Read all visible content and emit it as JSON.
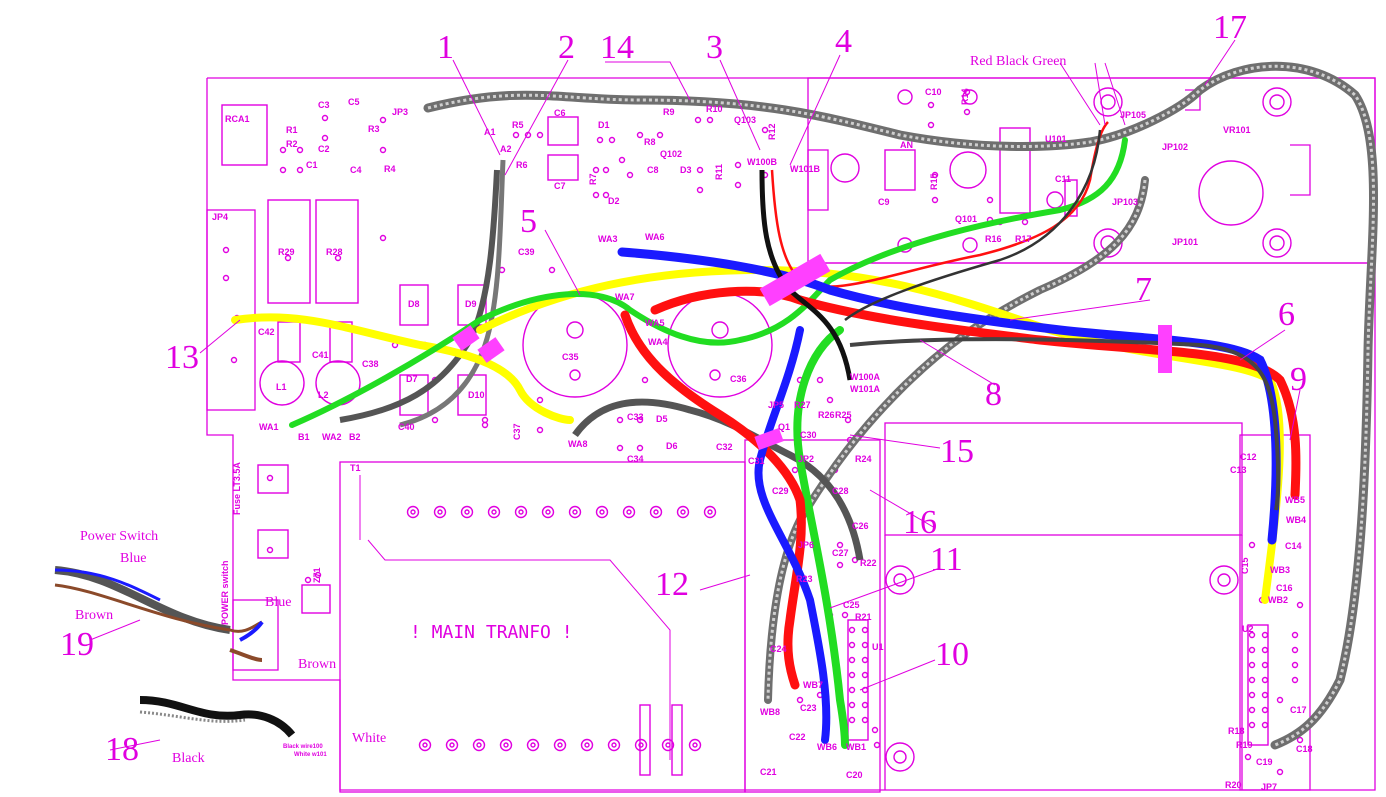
{
  "diagram": {
    "callouts": [
      {
        "id": "1",
        "text": "1"
      },
      {
        "id": "2",
        "text": "2"
      },
      {
        "id": "14",
        "text": "14"
      },
      {
        "id": "3",
        "text": "3"
      },
      {
        "id": "4",
        "text": "4"
      },
      {
        "id": "17",
        "text": "17"
      },
      {
        "id": "5",
        "text": "5"
      },
      {
        "id": "13",
        "text": "13"
      },
      {
        "id": "7",
        "text": "7"
      },
      {
        "id": "6",
        "text": "6"
      },
      {
        "id": "8",
        "text": "8"
      },
      {
        "id": "9",
        "text": "9"
      },
      {
        "id": "15",
        "text": "15"
      },
      {
        "id": "16",
        "text": "16"
      },
      {
        "id": "11",
        "text": "11"
      },
      {
        "id": "12",
        "text": "12"
      },
      {
        "id": "10",
        "text": "10"
      },
      {
        "id": "19",
        "text": "19"
      },
      {
        "id": "18",
        "text": "18"
      }
    ],
    "wire_labels": {
      "red_black_green": "Red Black Green",
      "power_switch": "Power Switch",
      "blue_switch": "Blue",
      "brown_switch": "Brown",
      "blue_board": "Blue",
      "brown_board": "Brown",
      "white": "White",
      "black": "Black"
    },
    "transformer": {
      "ref": "T1",
      "title": "! MAIN TRANFO !"
    },
    "fuse_label": "Fuse LT3.5A",
    "power_switch_label": "POWER switch",
    "components": [
      {
        "id": "RCA1",
        "text": "RCA1"
      },
      {
        "id": "R1",
        "text": "R1"
      },
      {
        "id": "R2",
        "text": "R2"
      },
      {
        "id": "C1",
        "text": "C1"
      },
      {
        "id": "C2",
        "text": "C2"
      },
      {
        "id": "C3",
        "text": "C3"
      },
      {
        "id": "C4",
        "text": "C4"
      },
      {
        "id": "C5",
        "text": "C5"
      },
      {
        "id": "R3",
        "text": "R3"
      },
      {
        "id": "R4",
        "text": "R4"
      },
      {
        "id": "JP3",
        "text": "JP3"
      },
      {
        "id": "A1",
        "text": "A1"
      },
      {
        "id": "A2",
        "text": "A2"
      },
      {
        "id": "R5",
        "text": "R5"
      },
      {
        "id": "R6",
        "text": "R6"
      },
      {
        "id": "C6",
        "text": "C6"
      },
      {
        "id": "C7",
        "text": "C7"
      },
      {
        "id": "D1",
        "text": "D1"
      },
      {
        "id": "D2",
        "text": "D2"
      },
      {
        "id": "R7",
        "text": "R7"
      },
      {
        "id": "R8",
        "text": "R8"
      },
      {
        "id": "R9",
        "text": "R9"
      },
      {
        "id": "R10",
        "text": "R10"
      },
      {
        "id": "C8",
        "text": "C8"
      },
      {
        "id": "Q102",
        "text": "Q102"
      },
      {
        "id": "Q103",
        "text": "Q103"
      },
      {
        "id": "D3",
        "text": "D3"
      },
      {
        "id": "R11",
        "text": "R11"
      },
      {
        "id": "R12",
        "text": "R12"
      },
      {
        "id": "W100B",
        "text": "W100B"
      },
      {
        "id": "W101B",
        "text": "W101B"
      },
      {
        "id": "C10",
        "text": "C10"
      },
      {
        "id": "R14",
        "text": "R14"
      },
      {
        "id": "AN",
        "text": "AN"
      },
      {
        "id": "U101",
        "text": "U101"
      },
      {
        "id": "C9",
        "text": "C9"
      },
      {
        "id": "R15",
        "text": "R15"
      },
      {
        "id": "Q101",
        "text": "Q101"
      },
      {
        "id": "R16",
        "text": "R16"
      },
      {
        "id": "R17",
        "text": "R17"
      },
      {
        "id": "C11",
        "text": "C11"
      },
      {
        "id": "JP105",
        "text": "JP105"
      },
      {
        "id": "JP102",
        "text": "JP102"
      },
      {
        "id": "JP103",
        "text": "JP103"
      },
      {
        "id": "JP101",
        "text": "JP101"
      },
      {
        "id": "VR101",
        "text": "VR101"
      },
      {
        "id": "JP4",
        "text": "JP4"
      },
      {
        "id": "R29",
        "text": "R29"
      },
      {
        "id": "R28",
        "text": "R28"
      },
      {
        "id": "C39",
        "text": "C39"
      },
      {
        "id": "WA3",
        "text": "WA3"
      },
      {
        "id": "WA6",
        "text": "WA6"
      },
      {
        "id": "D8",
        "text": "D8"
      },
      {
        "id": "D9",
        "text": "D9"
      },
      {
        "id": "WA7",
        "text": "WA7"
      },
      {
        "id": "WA5",
        "text": "WA5"
      },
      {
        "id": "WA4",
        "text": "WA4"
      },
      {
        "id": "C35",
        "text": "C35"
      },
      {
        "id": "C36",
        "text": "C36"
      },
      {
        "id": "C42",
        "text": "C42"
      },
      {
        "id": "C41",
        "text": "C41"
      },
      {
        "id": "C38",
        "text": "C38"
      },
      {
        "id": "L1",
        "text": "L1"
      },
      {
        "id": "L2",
        "text": "L2"
      },
      {
        "id": "D7",
        "text": "D7"
      },
      {
        "id": "D10",
        "text": "D10"
      },
      {
        "id": "C37",
        "text": "C37"
      },
      {
        "id": "C40",
        "text": "C40"
      },
      {
        "id": "WA1",
        "text": "WA1"
      },
      {
        "id": "WA2",
        "text": "WA2"
      },
      {
        "id": "B1",
        "text": "B1"
      },
      {
        "id": "B2",
        "text": "B2"
      },
      {
        "id": "WA8",
        "text": "WA8"
      },
      {
        "id": "C33",
        "text": "C33"
      },
      {
        "id": "C34",
        "text": "C34"
      },
      {
        "id": "D5",
        "text": "D5"
      },
      {
        "id": "D6",
        "text": "D6"
      },
      {
        "id": "C32",
        "text": "C32"
      },
      {
        "id": "W100A",
        "text": "W100A"
      },
      {
        "id": "W101A",
        "text": "W101A"
      },
      {
        "id": "JP5",
        "text": "JP5"
      },
      {
        "id": "R26",
        "text": "R26"
      },
      {
        "id": "R27",
        "text": "R27"
      },
      {
        "id": "R25",
        "text": "R25"
      },
      {
        "id": "R24",
        "text": "R24"
      },
      {
        "id": "Q1",
        "text": "Q1"
      },
      {
        "id": "C30",
        "text": "C30"
      },
      {
        "id": "JP2",
        "text": "JP2"
      },
      {
        "id": "C31",
        "text": "C31"
      },
      {
        "id": "C29",
        "text": "C29"
      },
      {
        "id": "C28",
        "text": "C28"
      },
      {
        "id": "C12",
        "text": "C12"
      },
      {
        "id": "C13",
        "text": "C13"
      },
      {
        "id": "WB5",
        "text": "WB5"
      },
      {
        "id": "WB4",
        "text": "WB4"
      },
      {
        "id": "C14",
        "text": "C14"
      },
      {
        "id": "WB3",
        "text": "WB3"
      },
      {
        "id": "C15",
        "text": "C15"
      },
      {
        "id": "C16",
        "text": "C16"
      },
      {
        "id": "WB2",
        "text": "WB2"
      },
      {
        "id": "C26",
        "text": "C26"
      },
      {
        "id": "JP6",
        "text": "JP6"
      },
      {
        "id": "C27",
        "text": "C27"
      },
      {
        "id": "R22",
        "text": "R22"
      },
      {
        "id": "R23",
        "text": "R23"
      },
      {
        "id": "C25",
        "text": "C25"
      },
      {
        "id": "R21",
        "text": "R21"
      },
      {
        "id": "U1",
        "text": "U1"
      },
      {
        "id": "U2",
        "text": "U2"
      },
      {
        "id": "C24",
        "text": "C24"
      },
      {
        "id": "WB7",
        "text": "WB7"
      },
      {
        "id": "WB8",
        "text": "WB8"
      },
      {
        "id": "C23",
        "text": "C23"
      },
      {
        "id": "C22",
        "text": "C22"
      },
      {
        "id": "WB6",
        "text": "WB6"
      },
      {
        "id": "WB1",
        "text": "WB1"
      },
      {
        "id": "C21",
        "text": "C21"
      },
      {
        "id": "C20",
        "text": "C20"
      },
      {
        "id": "C17",
        "text": "C17"
      },
      {
        "id": "R18",
        "text": "R18"
      },
      {
        "id": "R19",
        "text": "R19"
      },
      {
        "id": "C18",
        "text": "C18"
      },
      {
        "id": "C19",
        "text": "C19"
      },
      {
        "id": "R20",
        "text": "R20"
      },
      {
        "id": "JP7",
        "text": "JP7"
      },
      {
        "id": "Z71",
        "text": "Z71"
      },
      {
        "id": "black_wire100",
        "text": "Black wire100"
      },
      {
        "id": "white_wire101",
        "text": "White w101"
      }
    ],
    "colors": {
      "pcb": "#e000e0",
      "gray": "#7a7a7a",
      "red": "#ff1010",
      "blue": "#1a1aff",
      "green": "#22dd22",
      "yellow": "#ffff00",
      "black": "#111111",
      "brown": "#8b4a2a",
      "tie": "#ff40ff"
    }
  }
}
